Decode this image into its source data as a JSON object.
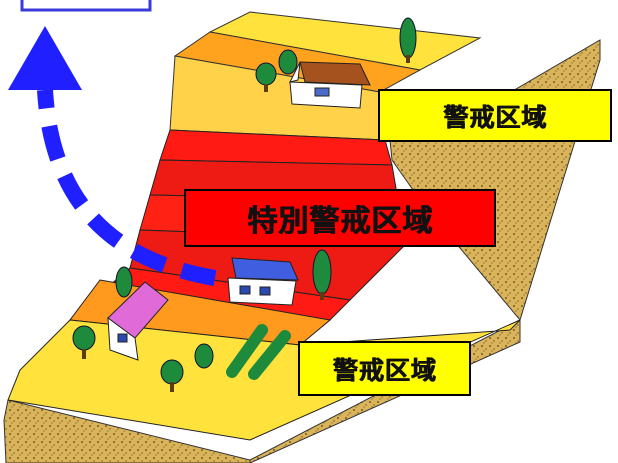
{
  "zones": {
    "top_warning": "警戒区域",
    "special_warning": "特別警戒区域",
    "bottom_warning": "警戒区域"
  },
  "colors": {
    "warning_zone": "#ffff00",
    "special_warning_zone": "#ff0000",
    "evacuation_arrow": "#1f1fff",
    "ground": "#d9b45a",
    "cliff_face": "#ffd24a"
  },
  "icons": {
    "evacuation": "dashed-arrow-up-icon",
    "houses": "house-icon",
    "trees": "tree-icon"
  }
}
